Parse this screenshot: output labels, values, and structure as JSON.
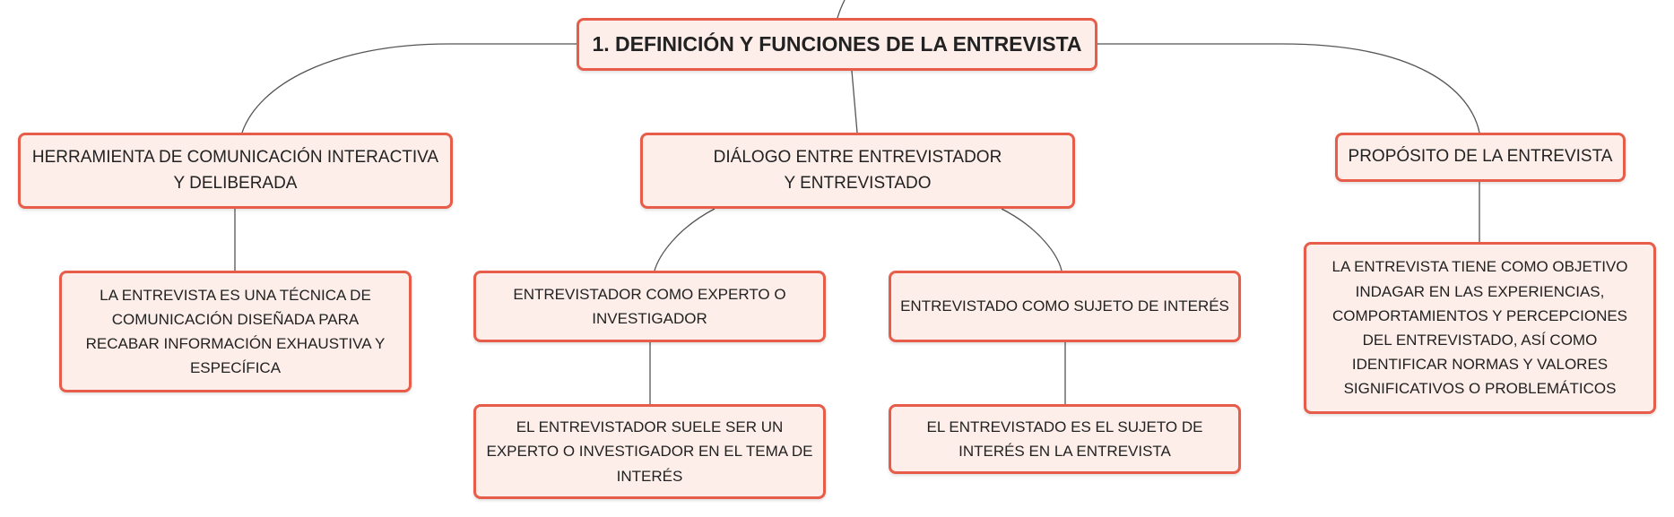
{
  "diagram": {
    "root": {
      "label": "1. DEFINICIÓN Y FUNCIONES DE LA ENTREVISTA"
    },
    "branches": [
      {
        "label": "HERRAMIENTA DE COMUNICACIÓN INTERACTIVA Y DELIBERADA",
        "children": [
          {
            "label": "LA ENTREVISTA ES UNA TÉCNICA DE COMUNICACIÓN DISEÑADA PARA RECABAR INFORMACIÓN EXHAUSTIVA Y ESPECÍFICA"
          }
        ]
      },
      {
        "label": "DIÁLOGO ENTRE ENTREVISTADOR Y ENTREVISTADO",
        "children": [
          {
            "label": "ENTREVISTADOR COMO EXPERTO O INVESTIGADOR",
            "children": [
              {
                "label": "EL ENTREVISTADOR SUELE SER UN EXPERTO O INVESTIGADOR EN EL TEMA DE INTERÉS"
              }
            ]
          },
          {
            "label": "ENTREVISTADO COMO SUJETO DE INTERÉS",
            "children": [
              {
                "label": "EL ENTREVISTADO ES EL SUJETO DE INTERÉS EN LA ENTREVISTA"
              }
            ]
          }
        ]
      },
      {
        "label": "PROPÓSITO DE LA ENTREVISTA",
        "children": [
          {
            "label": "LA ENTREVISTA TIENE COMO OBJETIVO INDAGAR EN LAS EXPERIENCIAS, COMPORTAMIENTOS Y PERCEPCIONES DEL ENTREVISTADO, ASÍ COMO IDENTIFICAR NORMAS Y VALORES SIGNIFICATIVOS O PROBLEMÁTICOS"
          }
        ]
      }
    ]
  },
  "colors": {
    "node_border": "#e85c4a",
    "node_fill": "#fdeee9",
    "connector": "#555555",
    "text": "#222222"
  }
}
